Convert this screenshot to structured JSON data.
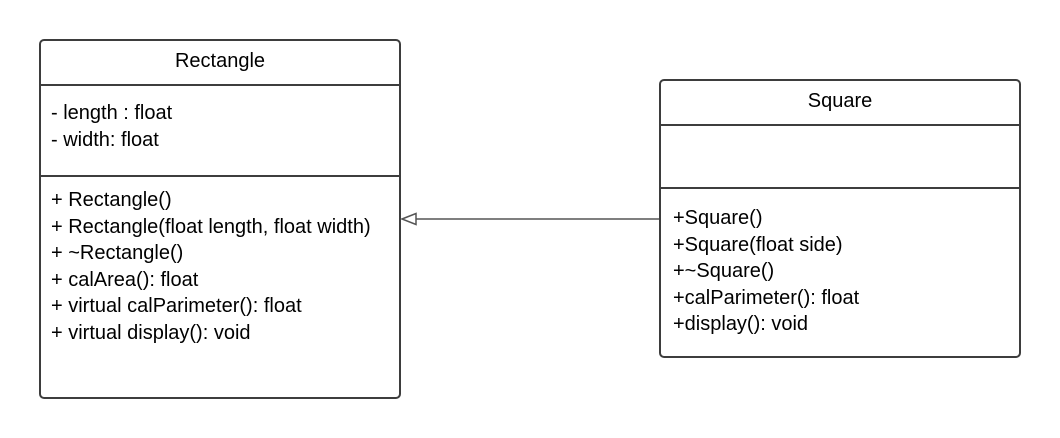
{
  "classes": {
    "rectangle": {
      "name": "Rectangle",
      "attributes": [
        "- length : float",
        "- width: float"
      ],
      "operations": [
        "+ Rectangle()",
        "+ Rectangle(float length, float width)",
        "+ ~Rectangle()",
        "+ calArea(): float",
        "+ virtual calParimeter(): float",
        "+ virtual display(): void"
      ]
    },
    "square": {
      "name": "Square",
      "attributes": [],
      "operations": [
        "+Square()",
        "+Square(float side)",
        "+~Square()",
        "+calParimeter(): float",
        "+display(): void"
      ]
    }
  },
  "relationships": [
    {
      "type": "inheritance",
      "from": "Square",
      "to": "Rectangle"
    }
  ],
  "colors": {
    "border": "#3d3d3d",
    "connector": "#555555",
    "text": "#000000"
  }
}
